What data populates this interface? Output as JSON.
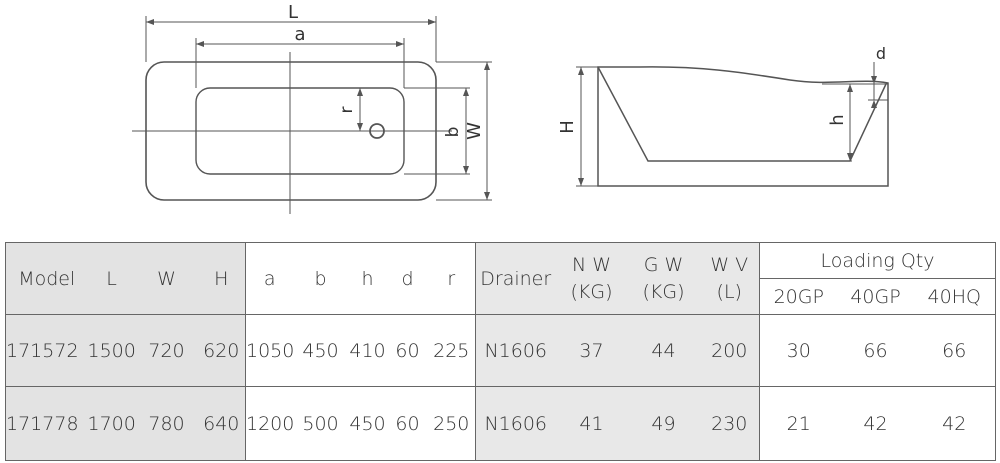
{
  "diagram_labels": {
    "plan": {
      "L": "L",
      "a": "a",
      "r": "r",
      "b": "b",
      "W": "W"
    },
    "section": {
      "H": "H",
      "h": "h",
      "d": "d"
    }
  },
  "table": {
    "headers": {
      "model": "Model",
      "L": "L",
      "W": "W",
      "H": "H",
      "a": "a",
      "b": "b",
      "h": "h",
      "d": "d",
      "r": "r",
      "drainer": "Drainer",
      "nw_line1": "N W",
      "nw_line2": "(KG)",
      "gw_line1": "G W",
      "gw_line2": "(KG)",
      "wv_line1": "W V",
      "wv_line2": "(L)",
      "loading_qty": "Loading Qty",
      "q20gp": "20GP",
      "q40gp": "40GP",
      "q40hq": "40HQ"
    },
    "rows": [
      {
        "model": "171572",
        "L": "1500",
        "W": "720",
        "H": "620",
        "a": "1050",
        "b": "450",
        "h": "410",
        "d": "60",
        "r": "225",
        "drainer": "N1606",
        "nw": "37",
        "gw": "44",
        "wv": "200",
        "q20gp": "30",
        "q40gp": "66",
        "q40hq": "66"
      },
      {
        "model": "171778",
        "L": "1700",
        "W": "780",
        "H": "640",
        "a": "1200",
        "b": "500",
        "h": "450",
        "d": "60",
        "r": "250",
        "drainer": "N1606",
        "nw": "41",
        "gw": "49",
        "wv": "230",
        "q20gp": "21",
        "q40gp": "42",
        "q40hq": "42"
      }
    ]
  }
}
